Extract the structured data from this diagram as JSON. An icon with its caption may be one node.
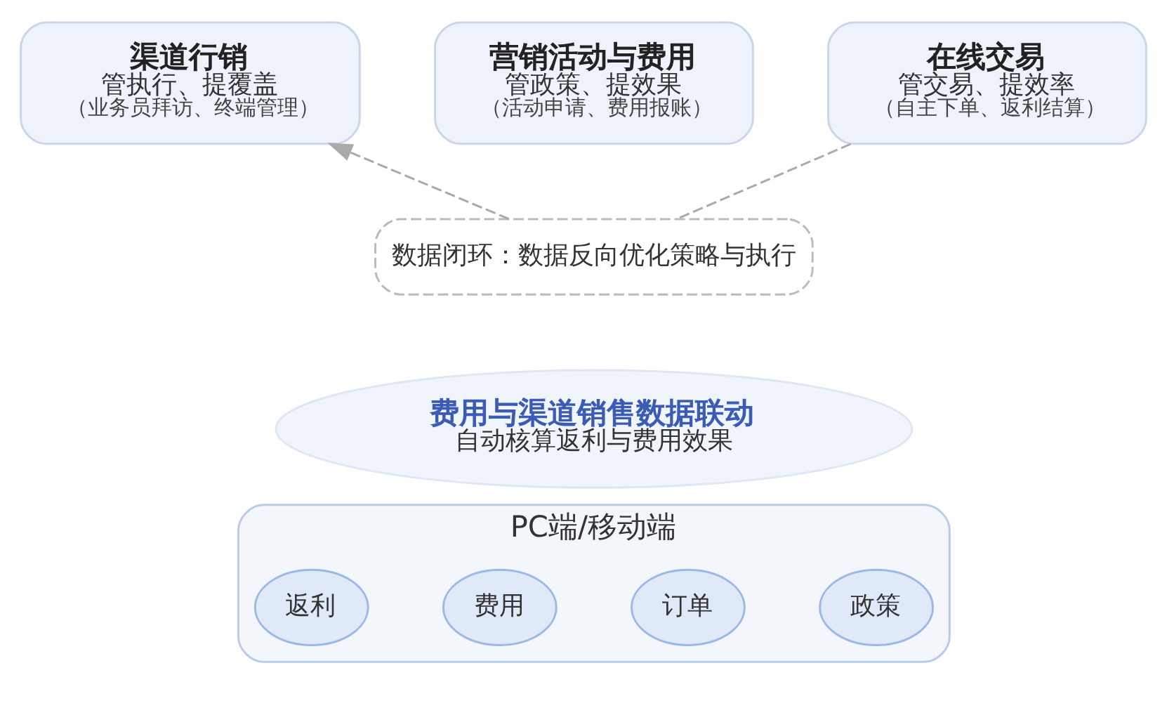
{
  "diagram": {
    "nodes": [
      {
        "text": [
          "渠道行销",
          "管执行、提覆盖",
          "（业务员拜访、终端管理）"
        ]
      },
      {
        "text": [
          "营销活动与费用",
          "管政策、提效果",
          "（活动申请、费用报账）"
        ]
      },
      {
        "text": [
          "在线交易",
          "管交易、提效率",
          "（自主下单、返利结算）"
        ]
      },
      {
        "text": [
          "数据闭环：数据反向优化策略与执行"
        ]
      },
      {
        "text": [
          "费用与渠道销售数据联动",
          "自动核算返利与费用效果"
        ]
      },
      {
        "text": [
          "PC端/移动端"
        ]
      },
      {
        "text": [
          "政策"
        ],
        "in": 5
      },
      {
        "text": [
          "订单"
        ],
        "in": 5
      },
      {
        "text": [
          "费用"
        ],
        "in": 5
      },
      {
        "text": [
          "返利"
        ],
        "in": 5
      }
    ],
    "edges": [
      {
        "from": 2,
        "to": 3,
        "arrow": "none",
        "style": "dashed"
      },
      {
        "from": 3,
        "to": 0,
        "arrow": "to",
        "style": "dashed"
      }
    ]
  }
}
